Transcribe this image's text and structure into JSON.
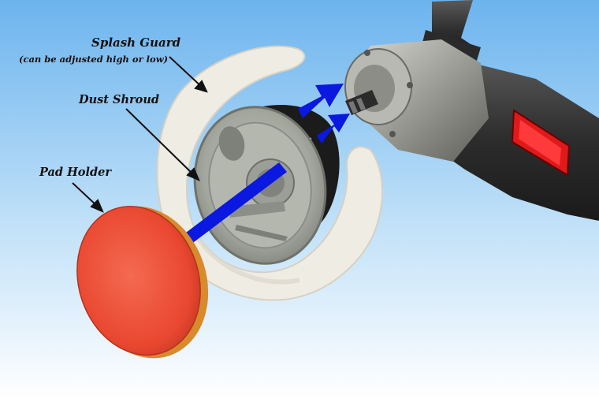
{
  "labels": {
    "splash_guard": "Splash Guard",
    "splash_guard_note": "(can be adjusted high or low)",
    "dust_shroud": "Dust Shroud",
    "pad_holder": "Pad Holder"
  },
  "colors": {
    "background_top": "#6fb7ef",
    "background_bottom": "#ffffff",
    "arrow_blue": "#0a18e0",
    "pad_red": "#f0523c",
    "shroud_gray": "#a9aca3",
    "felt_white": "#efece4"
  },
  "icons": [
    "blue-arrow-icon",
    "pointer-arrow-icon"
  ]
}
